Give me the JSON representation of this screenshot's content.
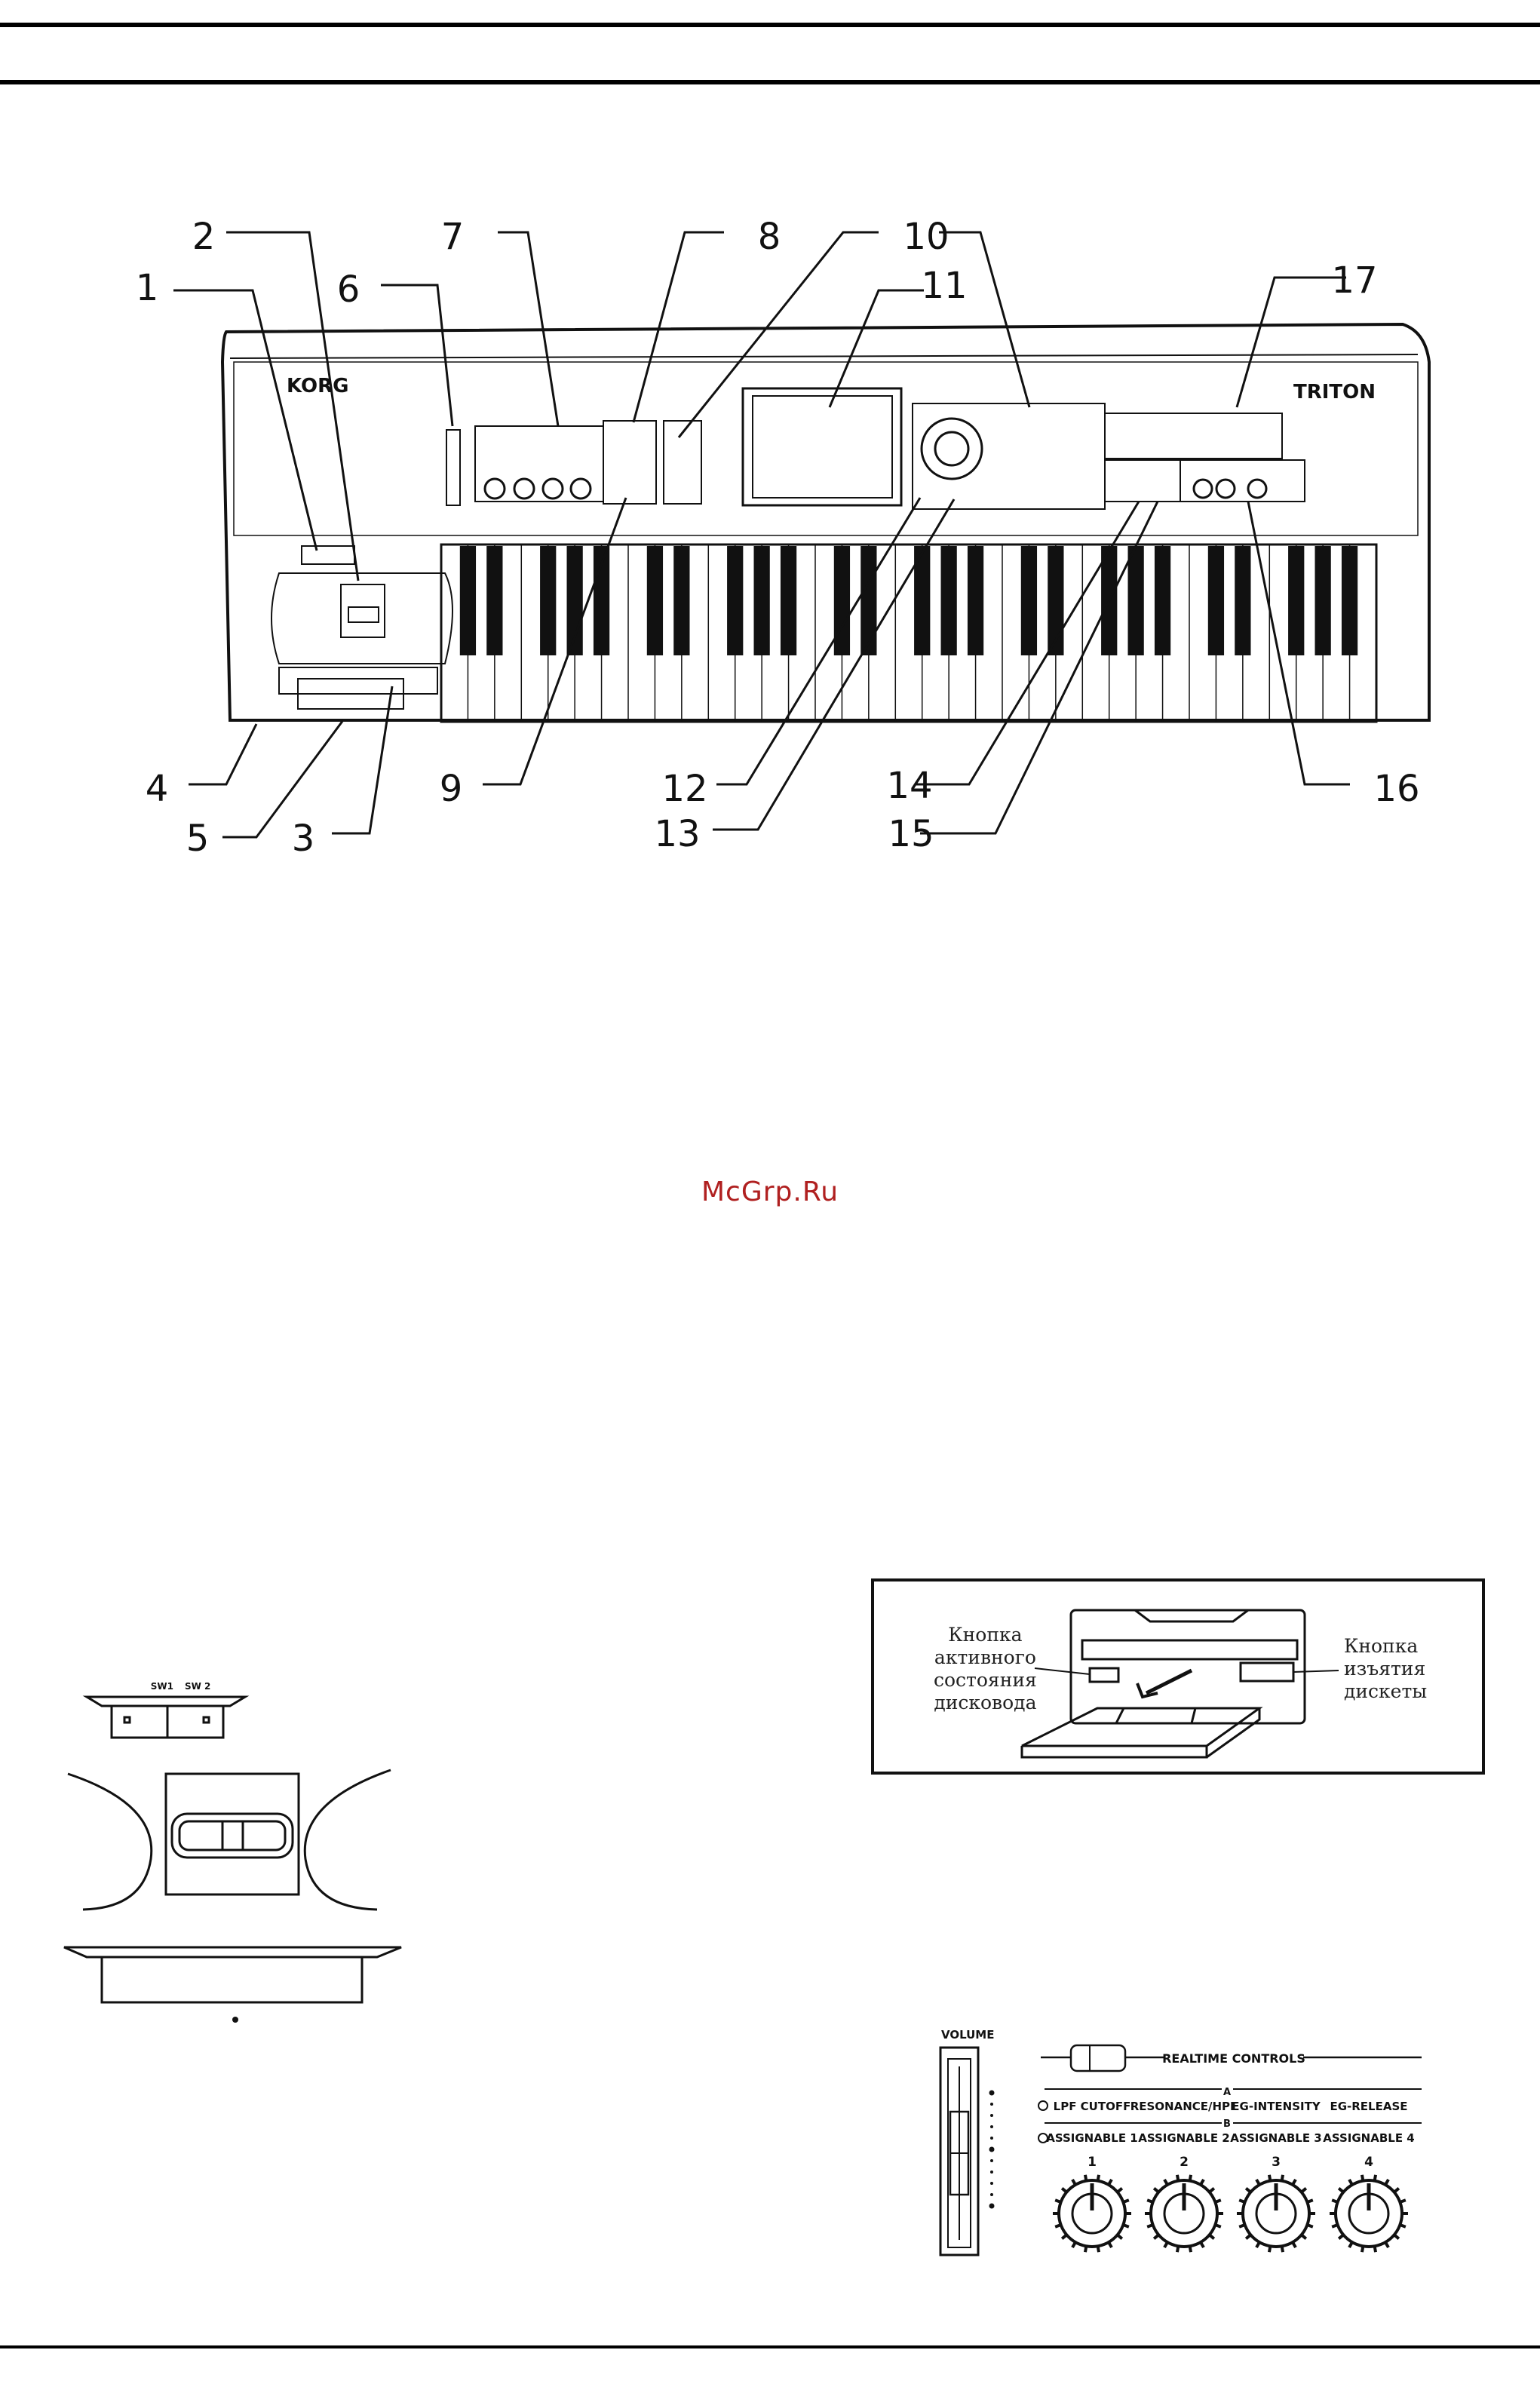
{
  "watermark": "McGrp.Ru",
  "callouts": [
    "1",
    "2",
    "3",
    "4",
    "5",
    "6",
    "7",
    "8",
    "9",
    "10",
    "11",
    "12",
    "13",
    "14",
    "15",
    "16",
    "17"
  ],
  "keyboard": {
    "brand": "KORG",
    "model": "TRITON"
  },
  "switches": {
    "sw1": "SW1",
    "sw2": "SW 2"
  },
  "floppy": {
    "access_label": [
      "Кнопка",
      "активного",
      "состояния",
      "дисковода"
    ],
    "eject_label": [
      "Кнопка",
      "изъятия",
      "дискеты"
    ]
  },
  "controls": {
    "volume": "VOLUME",
    "realtime": "REALTIME CONTROLS",
    "row_a_marker": "A",
    "row_b_marker": "B",
    "row_a": [
      "LPF CUTOFF",
      "RESONANCE/HPF",
      "EG-INTENSITY",
      "EG-RELEASE"
    ],
    "row_b": [
      "ASSIGNABLE 1",
      "ASSIGNABLE 2",
      "ASSIGNABLE 3",
      "ASSIGNABLE 4"
    ],
    "knob_numbers": [
      "1",
      "2",
      "3",
      "4"
    ]
  }
}
